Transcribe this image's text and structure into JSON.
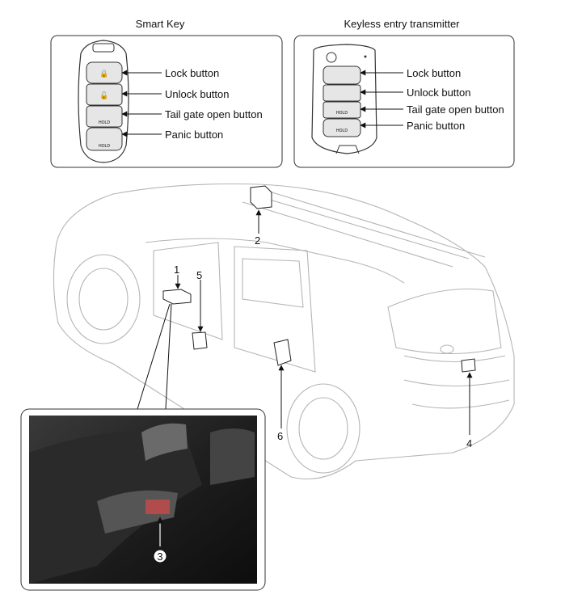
{
  "smart_key": {
    "title": "Smart Key",
    "buttons": [
      "Lock button",
      "Unlock button",
      "Tail gate open button",
      "Panic button"
    ]
  },
  "keyless": {
    "title": "Keyless entry transmitter",
    "buttons": [
      "Lock button",
      "Unlock button",
      "Tail gate open button",
      "Panic button"
    ]
  },
  "callouts": [
    "1",
    "2",
    "3",
    "4",
    "5",
    "6"
  ],
  "fob_icon_text": "HOLD"
}
